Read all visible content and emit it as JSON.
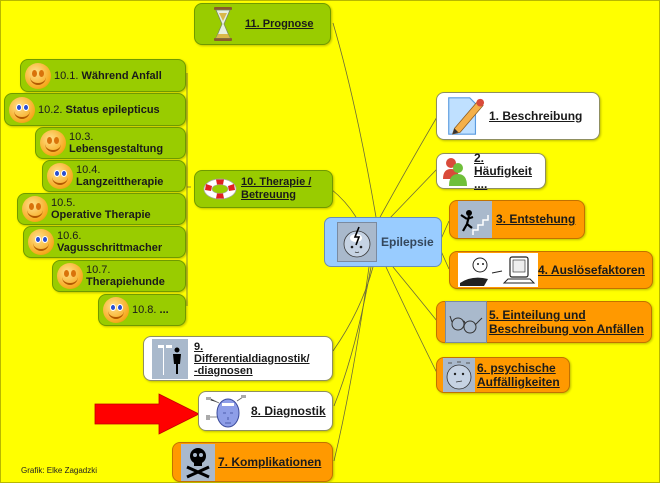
{
  "center": {
    "label": "Epilepsie",
    "icon": "epilepsy-head-icon",
    "color": "#99ccff"
  },
  "branches": {
    "b1": {
      "label": "1. Beschreibung",
      "icon": "pencil-document-icon",
      "style": "white"
    },
    "b2": {
      "label": "2. Häufigkeit ....",
      "icon": "people-icon",
      "style": "white"
    },
    "b3": {
      "label": "3. Entstehung",
      "icon": "falling-stairs-icon",
      "style": "orange"
    },
    "b4": {
      "label": "4. Auslösefaktoren",
      "icon": "cartoon-computer-icon",
      "style": "orange"
    },
    "b5": {
      "line1": "5. Einteilung und",
      "line2": "Beschreibung von Anfällen",
      "icon": "glasses-icon",
      "style": "orange"
    },
    "b6": {
      "line1": "6. psychische",
      "line2": "Auffälligkeiten",
      "icon": "dizzy-face-icon",
      "style": "orange"
    },
    "b7": {
      "label": "7. Komplikationen",
      "icon": "skull-crossbones-icon",
      "style": "orange"
    },
    "b8": {
      "label": "8. Diagnostik",
      "icon": "head-electrodes-icon",
      "style": "white"
    },
    "b9": {
      "line1": "9.",
      "line2": "Differentialdiagnostik/",
      "line3": "-diagnosen",
      "icon": "signpost-person-icon",
      "style": "white"
    },
    "b10": {
      "line1": "10. Therapie /",
      "line2": "Betreuung",
      "icon": "lifebuoy-icon",
      "style": "green"
    },
    "b11": {
      "label": "11. Prognose",
      "icon": "hourglass-icon",
      "style": "green"
    }
  },
  "therapy_subitems": [
    {
      "num": "10.1.",
      "text": "Während Anfall"
    },
    {
      "num": "10.2.",
      "text": "Status epilepticus"
    },
    {
      "num": "10.3.",
      "text": "Lebensgestaltung"
    },
    {
      "num": "10.4.",
      "text": "Langzeittherapie"
    },
    {
      "num": "10.5.",
      "text": "Operative Therapie"
    },
    {
      "num": "10.6.",
      "text": "Vagusschrittmacher"
    },
    {
      "num": "10.7.",
      "text": "Therapiehunde"
    },
    {
      "num": "10.8.",
      "text": "..."
    }
  ],
  "highlight_arrow": {
    "color": "#ff0000",
    "points_to": "8. Diagnostik"
  },
  "footer": {
    "credit": "Grafik: Elke Zagadzki"
  },
  "colors": {
    "background": "#ffff00",
    "green": "#99cc00",
    "orange": "#ff9900",
    "white": "#ffffff",
    "center": "#99ccff"
  }
}
